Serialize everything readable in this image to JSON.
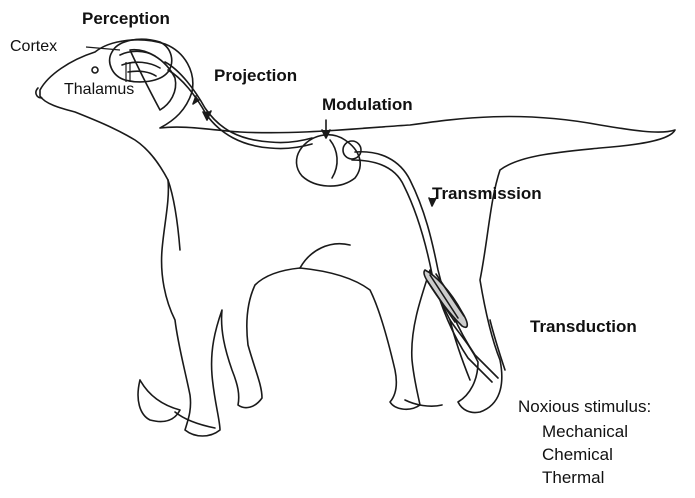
{
  "labels": {
    "perception": "Perception",
    "cortex": "Cortex",
    "thalamus": "Thalamus",
    "projection": "Projection",
    "modulation": "Modulation",
    "transmission": "Transmission",
    "transduction": "Transduction"
  },
  "stimulus": {
    "heading": "Noxious stimulus:",
    "types": [
      "Mechanical",
      "Chemical",
      "Thermal"
    ]
  },
  "colors": {
    "line": "#1a1a1a",
    "background": "#ffffff"
  }
}
